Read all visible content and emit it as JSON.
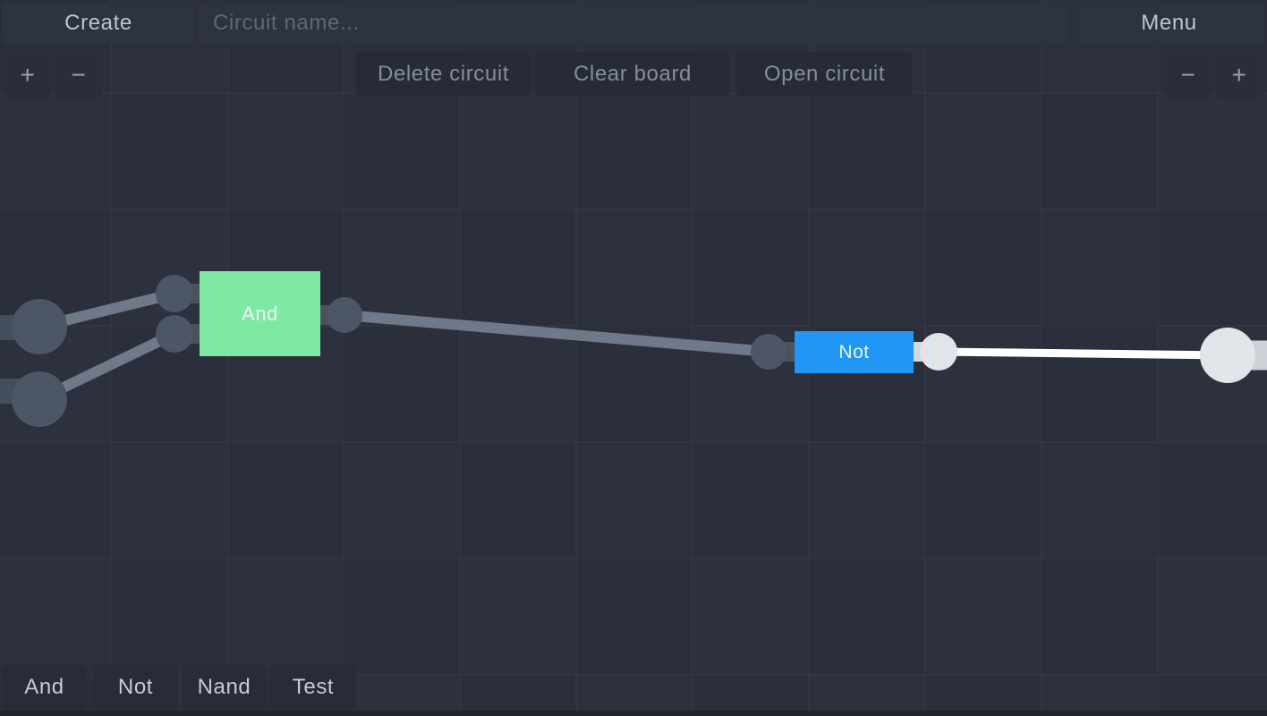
{
  "colors": {
    "background": "#2a2f3b",
    "gate_and": "#7ee9a5",
    "gate_not": "#2097f4",
    "wire_off": "#6f7989",
    "wire_on": "#ffffff",
    "node_off": "#4d5666",
    "node_on": "#e1e5ea",
    "stub_off": "#454e5d",
    "stub_gate": "#49525f",
    "stub_on": "#d4d8de",
    "stub_on_big": "#ccd1d8"
  },
  "top_bar": {
    "create_label": "Create",
    "circuit_name_placeholder": "Circuit name...",
    "circuit_name_value": "",
    "menu_label": "Menu"
  },
  "toolbar": {
    "delete_circuit_label": "Delete circuit",
    "clear_board_label": "Clear board",
    "open_circuit_label": "Open circuit"
  },
  "zoom_controls": {
    "plus": "+",
    "minus": "−"
  },
  "palette": {
    "items": [
      "And",
      "Not",
      "Nand",
      "Test"
    ]
  },
  "canvas": {
    "gates": [
      {
        "label": "And",
        "state_color": "#7ee9a5"
      },
      {
        "label": "Not",
        "state_color": "#2097f4"
      }
    ]
  }
}
